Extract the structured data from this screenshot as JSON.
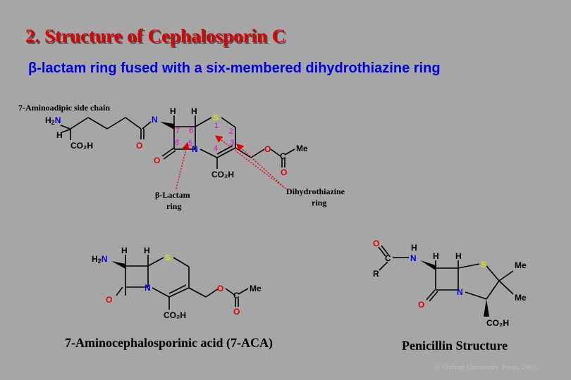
{
  "title": "2. Structure of Cephalosporin C",
  "subtitle": "β-lactam ring fused with a six-membered dihydrothiazine ring",
  "cephC": {
    "side_chain_label": "7-Aminoadipic side chain",
    "beta_lactam_label_1": "β-Lactam",
    "beta_lactam_label_2": "ring",
    "dihydro_label_1": "Dihydrothiazine",
    "dihydro_label_2": "ring",
    "ring_numbers": [
      "1",
      "2",
      "3",
      "4",
      "5",
      "6",
      "7",
      "8"
    ]
  },
  "aca": {
    "caption": "7-Aminocephalosporinic acid (7-ACA)"
  },
  "penicillin": {
    "caption": "Penicillin Structure"
  },
  "atoms": {
    "H": "H",
    "N": "N",
    "O": "O",
    "S": "S",
    "C": "C",
    "R": "R",
    "H2N": "H₂N",
    "CO2H": "CO₂H",
    "Me": "Me"
  },
  "copyright": "© Oxford University Press, 2005.",
  "colors": {
    "title": "#e00000",
    "subtitle": "#0000e0",
    "nitrogen": "#0000e0",
    "oxygen": "#e00000",
    "sulfur": "#e0e000",
    "numbers": "#e000e0",
    "arrows": "#e00000"
  }
}
